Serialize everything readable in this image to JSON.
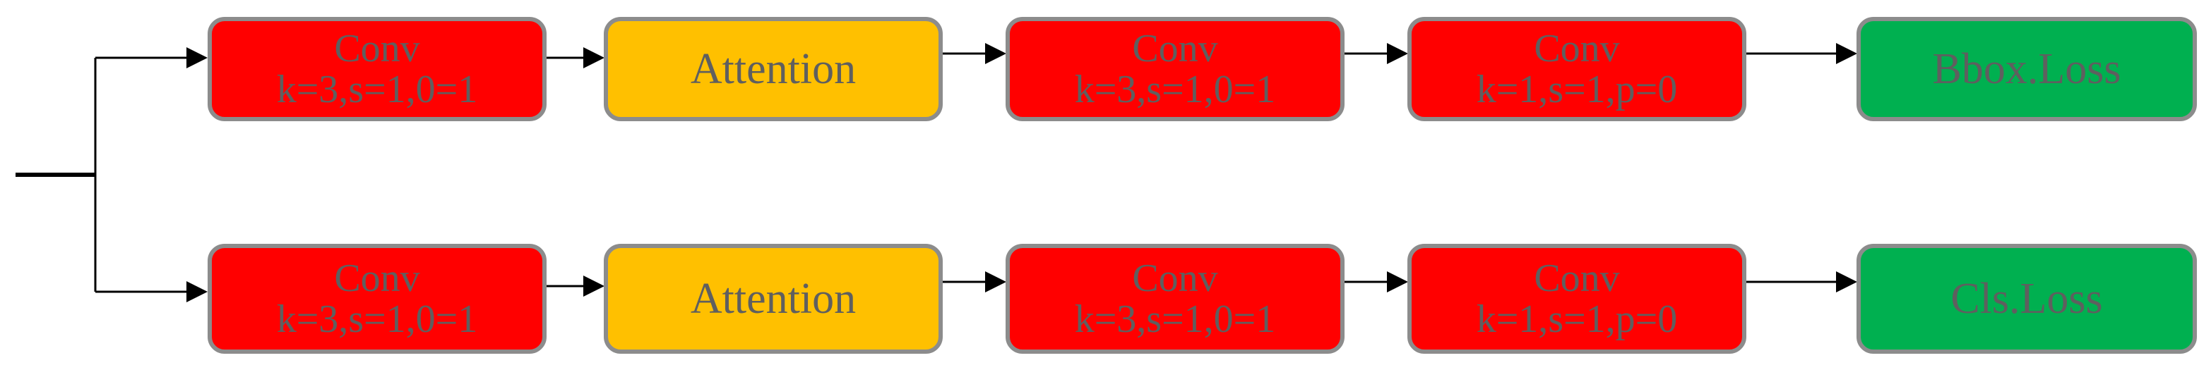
{
  "diagram": {
    "top_branch": [
      {
        "line1": "Conv",
        "line2": "k=3,s=1,0=1",
        "kind": "conv"
      },
      {
        "line1": "Attention",
        "line2": "",
        "kind": "attention"
      },
      {
        "line1": "Conv",
        "line2": "k=3,s=1,0=1",
        "kind": "conv"
      },
      {
        "line1": "Conv",
        "line2": "k=1,s=1,p=0",
        "kind": "conv"
      },
      {
        "line1": "Bbox.Loss",
        "line2": "",
        "kind": "loss"
      }
    ],
    "bottom_branch": [
      {
        "line1": "Conv",
        "line2": "k=3,s=1,0=1",
        "kind": "conv"
      },
      {
        "line1": "Attention",
        "line2": "",
        "kind": "attention"
      },
      {
        "line1": "Conv",
        "line2": "k=3,s=1,0=1",
        "kind": "conv"
      },
      {
        "line1": "Conv",
        "line2": "k=1,s=1,p=0",
        "kind": "conv"
      },
      {
        "line1": "Cls.Loss",
        "line2": "",
        "kind": "loss"
      }
    ]
  },
  "colors": {
    "conv": "#ff0000",
    "attention": "#ffc000",
    "loss": "#00b050",
    "border": "#8c8c8c",
    "text": "#5f5f5f",
    "connector": "#000000"
  }
}
